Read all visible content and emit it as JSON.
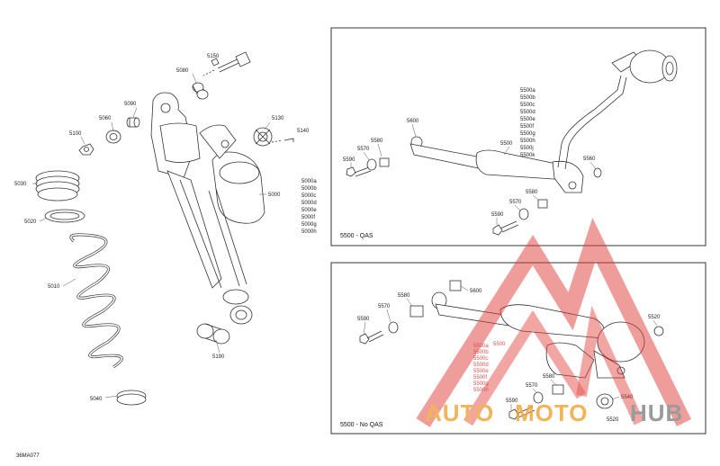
{
  "diagram": {
    "reference": "36MA077",
    "left_labels": {
      "p5150": "5150",
      "p5080": "5080",
      "p5090": "5090",
      "p5060": "5060",
      "p5100": "5100",
      "p5130": "5130",
      "p5140": "5140",
      "p5030": "5030",
      "p5020": "5020",
      "p5010": "5010",
      "p5040": "5040",
      "p5000": "5000",
      "p5190": "5190"
    },
    "left_variants": [
      "5000a",
      "5000b",
      "5000c",
      "5000d",
      "5000e",
      "5000f",
      "5000g",
      "5000h"
    ],
    "qas_box": {
      "caption": "5500 - QAS",
      "labels": {
        "p5600a": "5600",
        "p5580a": "5580",
        "p5570a": "5570",
        "p5590a": "5590",
        "p5500": "5500",
        "p5560": "5560",
        "p5580b": "5580",
        "p5570b": "5570",
        "p5590b": "5590"
      },
      "variants": [
        "5500a",
        "5500b",
        "5500c",
        "5500d",
        "5500e",
        "5500f",
        "5500g",
        "5500h",
        "5500j",
        "5500k"
      ]
    },
    "noqas_box": {
      "caption": "5500 - No QAS",
      "labels": {
        "p5580a": "5580",
        "p5570a": "5570",
        "p5590a": "5590",
        "p5600": "5600",
        "p5520": "5520",
        "p5580b": "5580",
        "p5570b": "5570",
        "p5590b": "5590",
        "p5540": "5540",
        "p5520b": "5520",
        "p5500": "5500"
      },
      "variants": [
        "5500a",
        "5500b",
        "5500c",
        "5500d",
        "5500e",
        "5500f",
        "5500g",
        "5500h"
      ]
    }
  },
  "watermark": {
    "word_a": "AUTO",
    "word_b": "MOTO",
    "word_c": "HUB",
    "colors": {
      "red": "#e0403a",
      "orange": "#f0a83c",
      "gray": "#8a8a8a"
    }
  }
}
